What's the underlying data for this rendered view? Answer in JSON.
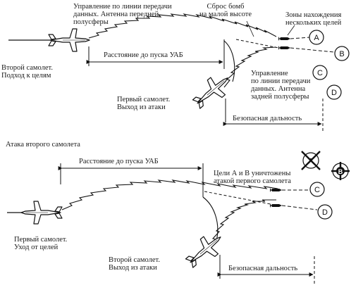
{
  "top": {
    "guidance_front": "Управление по линии передачи\nданных. Антенна передней\nполусферы",
    "bomb_drop": "Сброс бомб\nна малой высоте",
    "target_zone": "Зоны нахождения\nнескольких целей",
    "second_plane": "Второй самолет.\nПодход к целям",
    "range_to_launch": "Расстояние до пуска УАБ",
    "guidance_rear": "Управление\nпо линии передачи\nданных. Антенна\nзадней полусферы",
    "first_plane_exit": "Первый самолет.\nВыход из атаки",
    "safe_distance": "Безопасная дальность",
    "targets": [
      "A",
      "B",
      "C",
      "D"
    ]
  },
  "section_title": "Атака второго самолета",
  "bottom": {
    "range_to_launch": "Расстояние до пуска УАБ",
    "destroyed_note": "Цели А и В уничтожены\nатакой первого самолета",
    "first_plane_leave": "Первый самолет.\nУход от целей",
    "second_plane_exit": "Второй самолет.\nВыход из атаки",
    "safe_distance": "Безопасная дальность",
    "targets_active": [
      "C",
      "D"
    ],
    "targets_destroyed": [
      "A",
      "B"
    ]
  }
}
